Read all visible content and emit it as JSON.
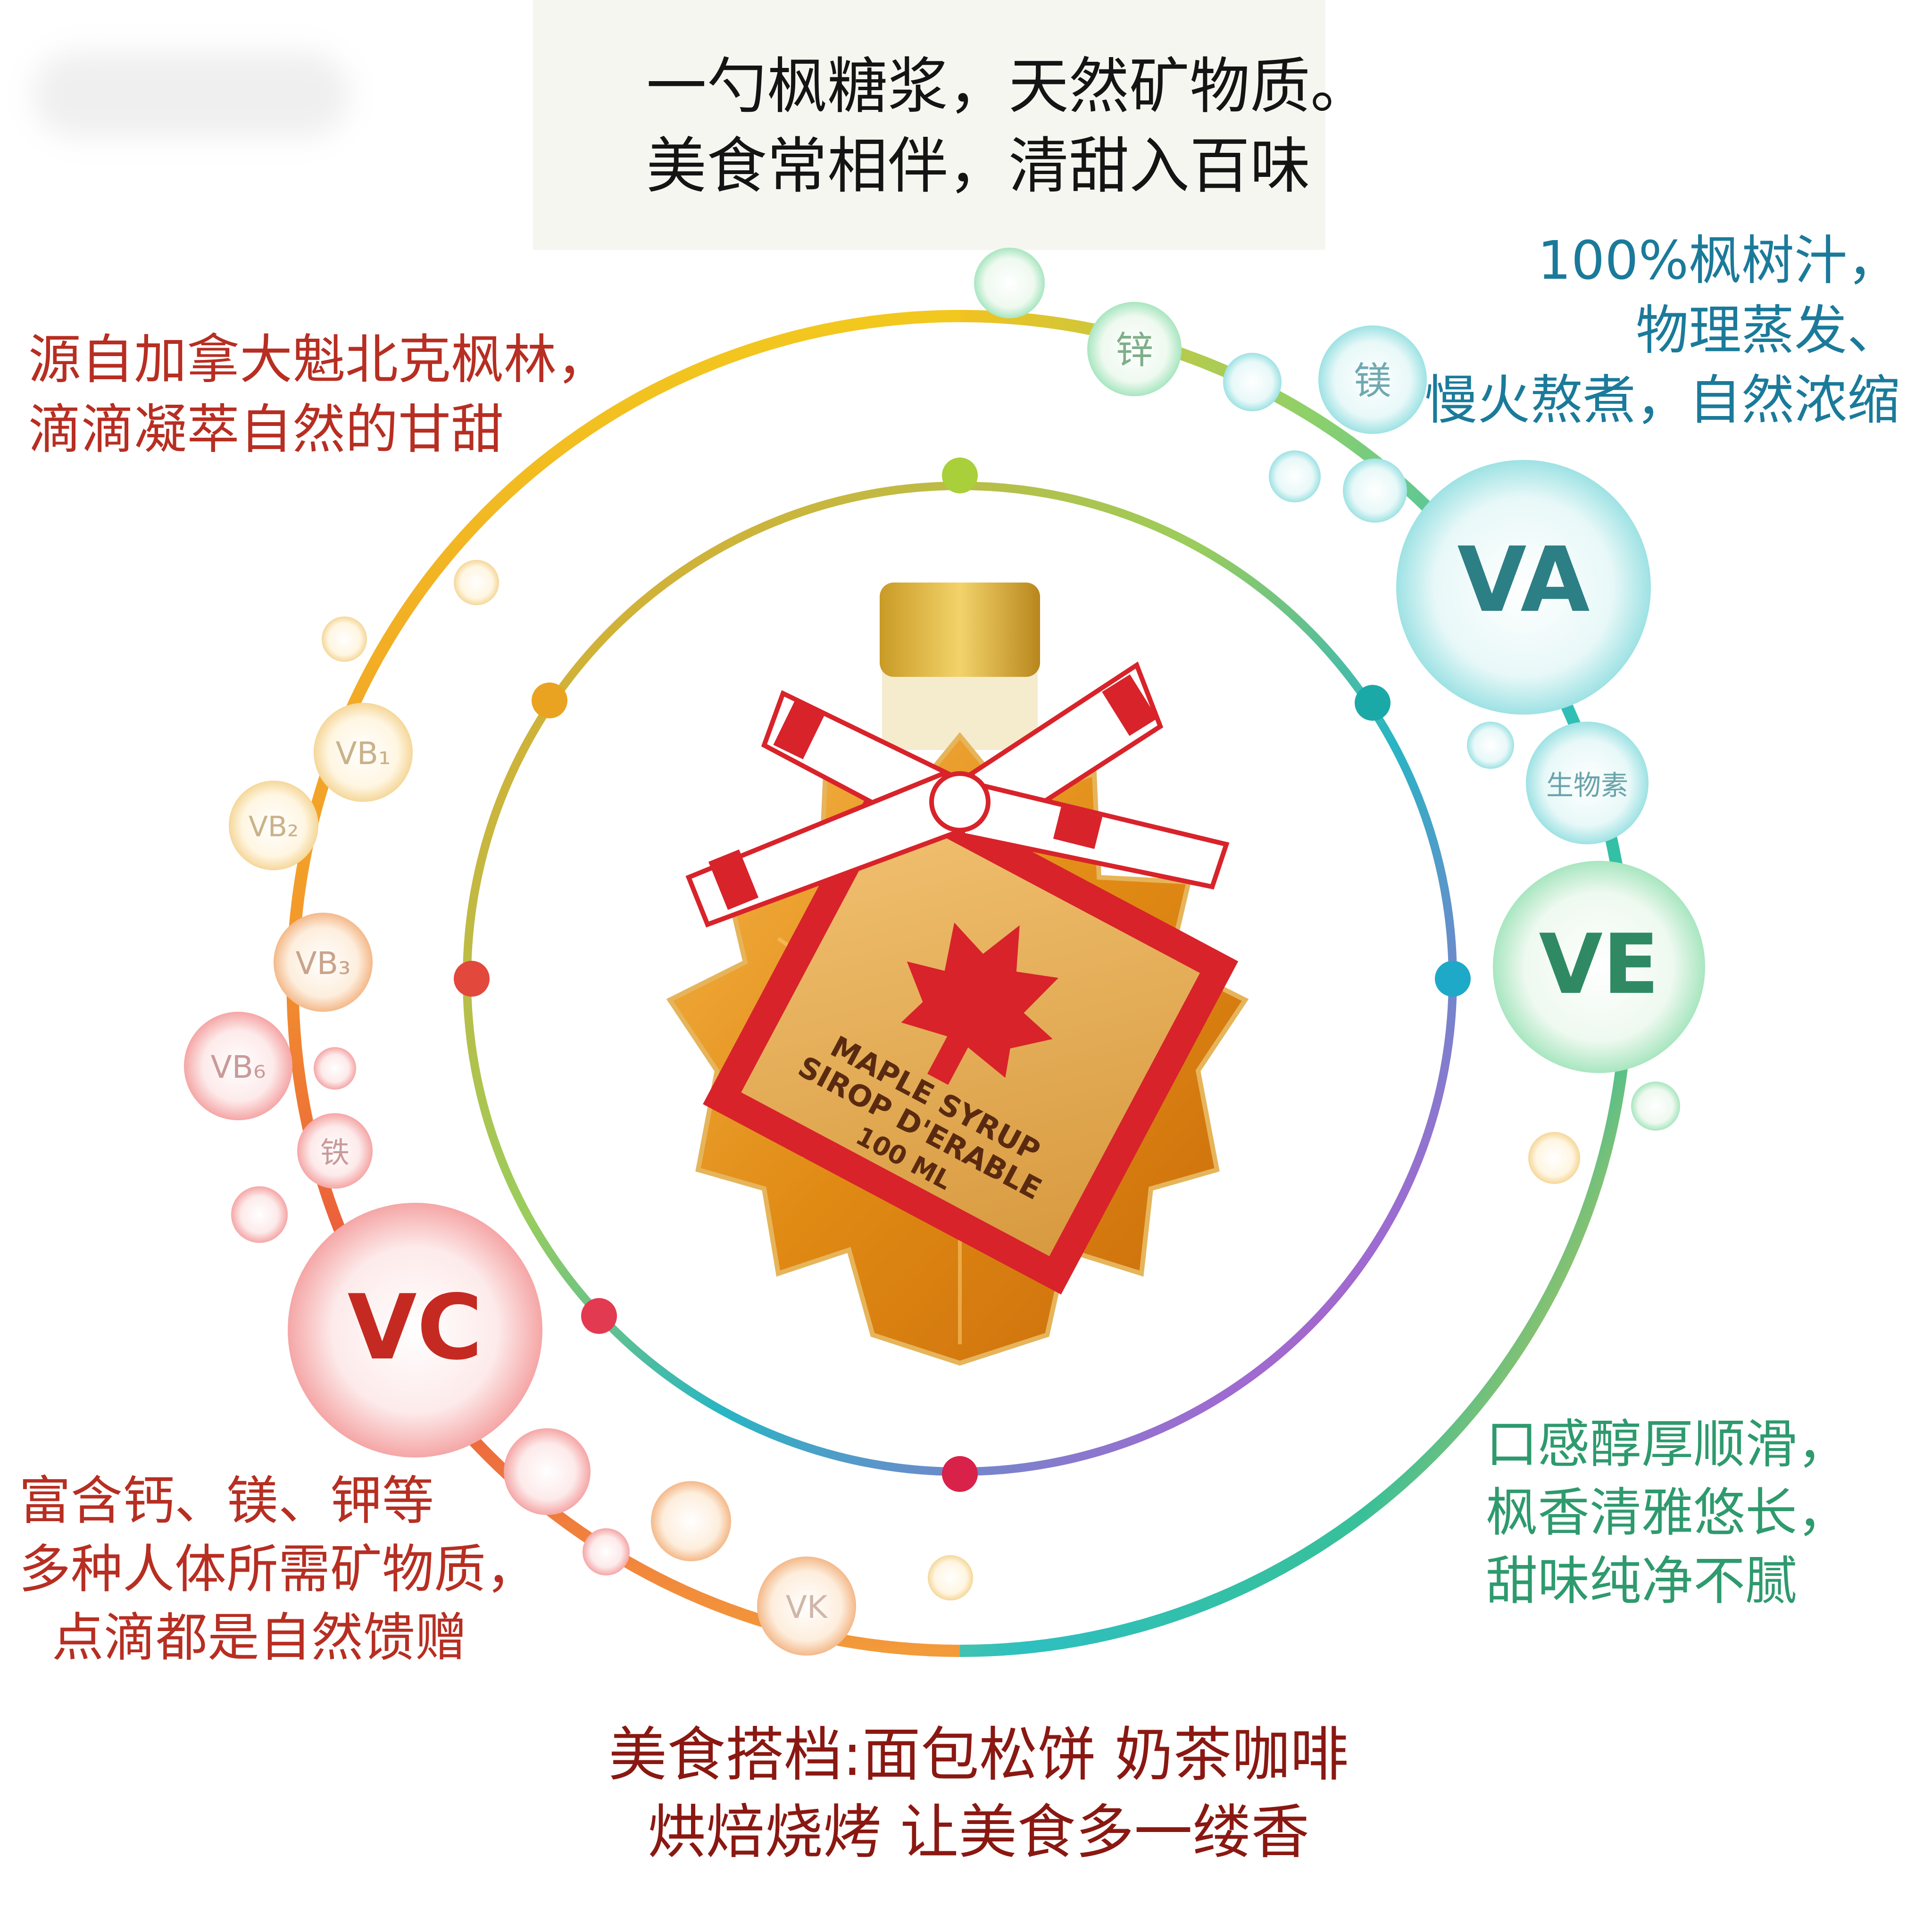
{
  "headline": {
    "line1": "一勺枫糖浆，天然矿物质。",
    "line2": "美食常相伴，清甜入百味"
  },
  "notes": {
    "origin": "源自加拿大魁北克枫林，\n滴滴凝萃自然的甘甜",
    "process": "100%枫树汁，\n物理蒸发、\n慢火熬煮，自然浓缩",
    "minerals": "富含钙、镁、钾等\n多种人体所需矿物质，\n  点滴都是自然馈赠",
    "taste": "口感醇厚顺滑，\n枫香清雅悠长，\n甜味纯净不腻"
  },
  "bottom_caption": "美食搭档:面包松饼 奶茶咖啡\n烘焙烧烤 让美食多一缕香",
  "nutrient_bubbles": {
    "va": "VA",
    "ve": "VE",
    "vc": "VC",
    "zinc": "锌",
    "magnesium": "镁",
    "biotin": "生物素",
    "vk": "VK",
    "vb1": "VB₁",
    "vb2": "VB₂",
    "vb3": "VB₃",
    "vb6": "VB₆",
    "iron": "铁"
  },
  "product": {
    "label_line1": "MAPLE SYRUP",
    "label_line2": "SIROP D'ERABLE",
    "volume": "100 ML"
  },
  "colors": {
    "headline": "#141414",
    "red_text": "#b72e22",
    "teal_text": "#1b7a9a",
    "green_text": "#2e9a6e",
    "caption": "#8a1812",
    "syrup": "#e0901c",
    "flag_red": "#d8232a"
  }
}
